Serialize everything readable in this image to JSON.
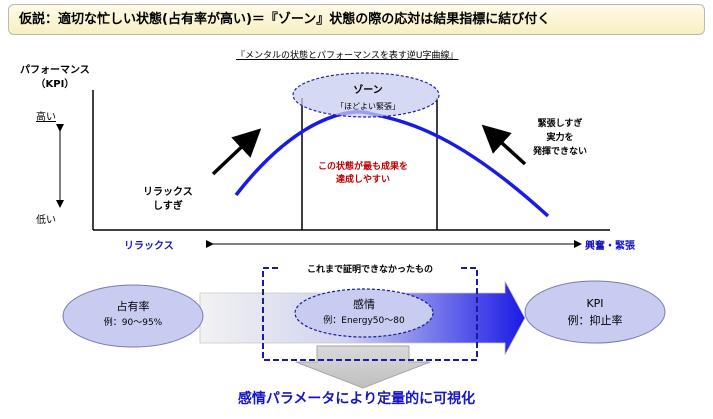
{
  "hypothesis": "仮説：適切な忙しい状態(占有率が高い)＝『ゾーン』状態の際の応対は結果指標に結び付く",
  "diagram": {
    "subtitle": "『メンタルの状態とパフォーマンスを表す逆U字曲線』",
    "y_axis": {
      "label_line1": "パフォーマンス",
      "label_line2": "（KPI）",
      "high": "高い",
      "low": "低い"
    },
    "x_axis": {
      "left": "リラックス",
      "right": "興奮・緊張"
    },
    "zone": {
      "title": "ゾーン",
      "subtitle": "「ほどよい緊張」"
    },
    "relaxed_note": {
      "line1": "リラックス",
      "line2": "しすぎ"
    },
    "tense_note": {
      "line1": "緊張しすぎ",
      "line2": "実力を",
      "line3": "発揮できない"
    },
    "middle_note": {
      "line1": "この状態が最も成果を",
      "line2": "達成しやすい"
    }
  },
  "flow": {
    "hidden_label": "これまで証明できなかったもの",
    "left": {
      "title": "占有率",
      "detail": "例：90～95%"
    },
    "center": {
      "title": "感情",
      "detail": "例：Energy50～80"
    },
    "right": {
      "title": "KPI",
      "detail": "例：抑止率"
    }
  },
  "conclusion": "感情パラメータにより定量的に可視化",
  "colors": {
    "curve": "#1a1ae6",
    "accent_text": "#1414c8",
    "highlight_text": "#c00000",
    "ellipse_fill": "#c8ccf0",
    "dashed_border": "#1a1aa0"
  }
}
